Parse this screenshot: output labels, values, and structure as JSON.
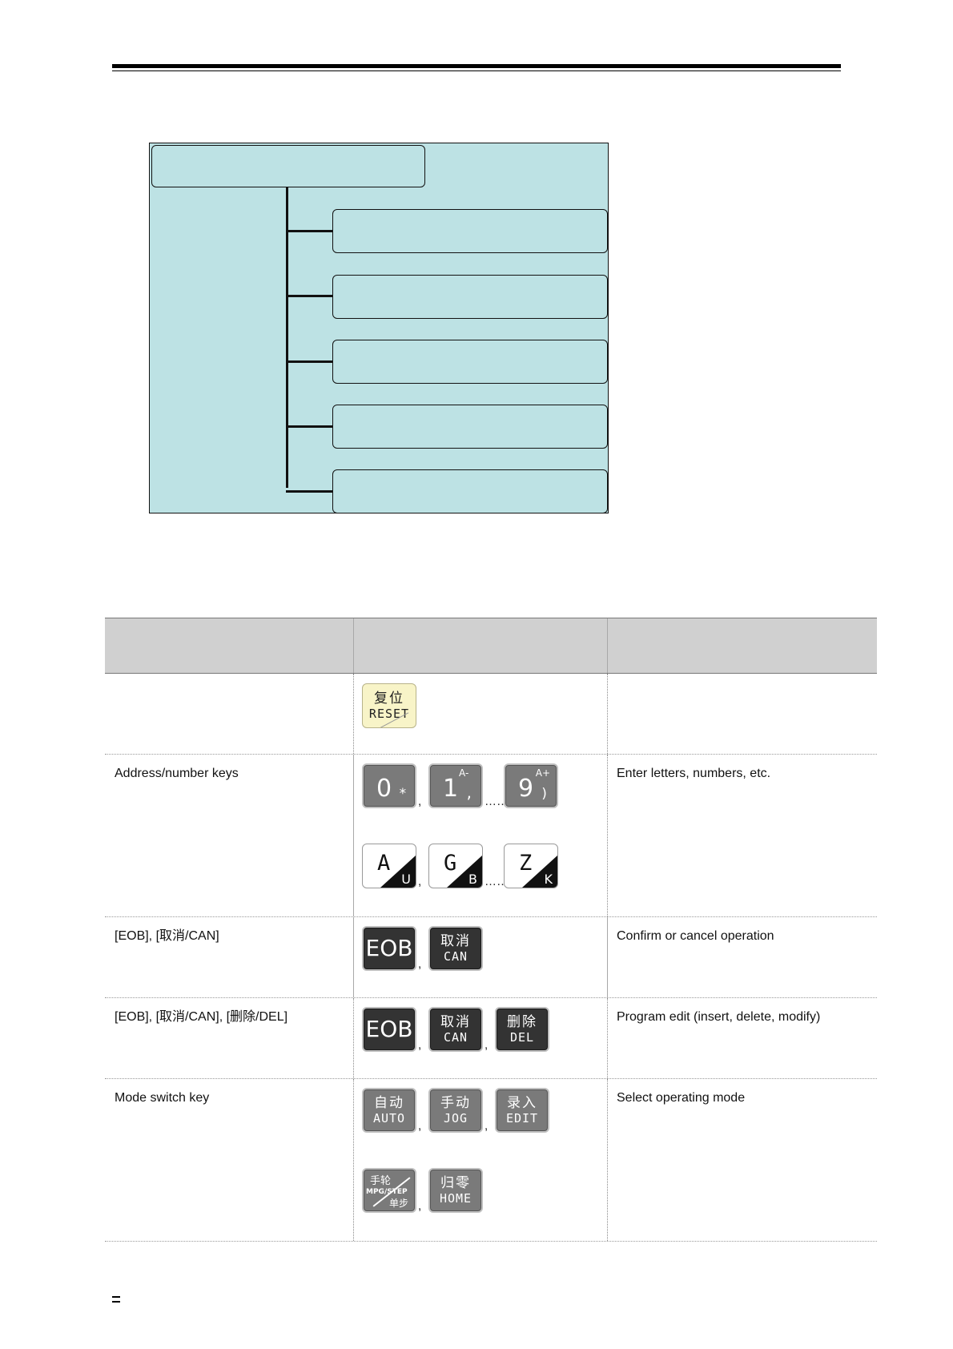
{
  "table": {
    "headers": [
      "",
      "",
      ""
    ],
    "rows": [
      {
        "label": "",
        "description": "",
        "keys": [
          {
            "cn": "复位",
            "en": "RESET"
          }
        ]
      },
      {
        "label": "Address/number keys",
        "description": "Enter letters, numbers, etc.",
        "digit_keys": [
          {
            "main": "0",
            "sub": "*",
            "top": ""
          },
          {
            "main": "1",
            "sub": ",",
            "top": "A-"
          },
          {
            "main": "9",
            "sub": ")",
            "top": "A+"
          }
        ],
        "letter_keys": [
          {
            "main": "A",
            "sub": "U"
          },
          {
            "main": "G",
            "sub": "B"
          },
          {
            "main": "Z",
            "sub": "K"
          }
        ]
      },
      {
        "label": "[EOB], [取消/CAN]",
        "description": "Confirm or cancel operation",
        "keys": [
          {
            "big": "EOB"
          },
          {
            "cn": "取消",
            "en": "CAN"
          }
        ]
      },
      {
        "label": "[EOB], [取消/CAN], [删除/DEL]",
        "description": "Program edit (insert, delete, modify)",
        "keys": [
          {
            "big": "EOB"
          },
          {
            "cn": "取消",
            "en": "CAN"
          },
          {
            "cn": "删除",
            "en": "DEL"
          }
        ]
      },
      {
        "label": "Mode switch key",
        "description": "Select operating mode",
        "keys": [
          {
            "cn": "自动",
            "en": "AUTO"
          },
          {
            "cn": "手动",
            "en": "JOG"
          },
          {
            "cn": "录入",
            "en": "EDIT"
          },
          {
            "mpg_top": "手轮",
            "mpg_mid": "MPG/STEP",
            "mpg_bot": "单步"
          },
          {
            "cn": "归零",
            "en": "HOME"
          }
        ]
      }
    ]
  },
  "separators": {
    "comma": ",",
    "ellipsis": "……"
  }
}
